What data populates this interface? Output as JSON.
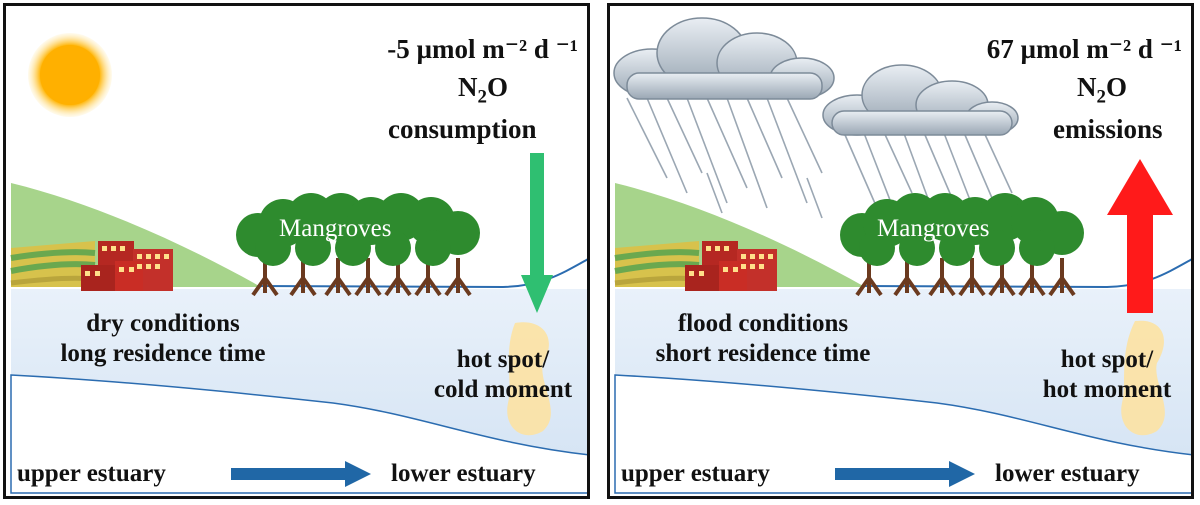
{
  "left": {
    "flux_value": "-5",
    "flux_unit": "µmol m⁻² d ⁻¹",
    "gas_base": "N",
    "gas_sub": "2",
    "gas_tail": "O",
    "flux_process": "consumption",
    "mangroves_label": "Mangroves",
    "conditions_line1": "dry conditions",
    "conditions_line2": "long residence time",
    "hotspot_line1": "hot spot/",
    "hotspot_line2": "cold moment",
    "upper_label": "upper estuary",
    "lower_label": "lower estuary",
    "arrow_color": "#2fbf71",
    "arrow_direction": "down"
  },
  "right": {
    "flux_value": "67",
    "flux_unit": "µmol m⁻² d ⁻¹",
    "gas_base": "N",
    "gas_sub": "2",
    "gas_tail": "O",
    "flux_process": "emissions",
    "mangroves_label": "Mangroves",
    "conditions_line1": "flood conditions",
    "conditions_line2": "short residence time",
    "hotspot_line1": "hot spot/",
    "hotspot_line2": "hot moment",
    "upper_label": "upper estuary",
    "lower_label": "lower estuary",
    "arrow_color": "#ff1a1a",
    "arrow_direction": "up"
  },
  "icons": [
    "sun-icon",
    "rain-cloud-icon",
    "mangrove-tree-icon",
    "building-icon",
    "farmland-icon",
    "flux-arrow-icon",
    "flow-arrow-icon"
  ]
}
